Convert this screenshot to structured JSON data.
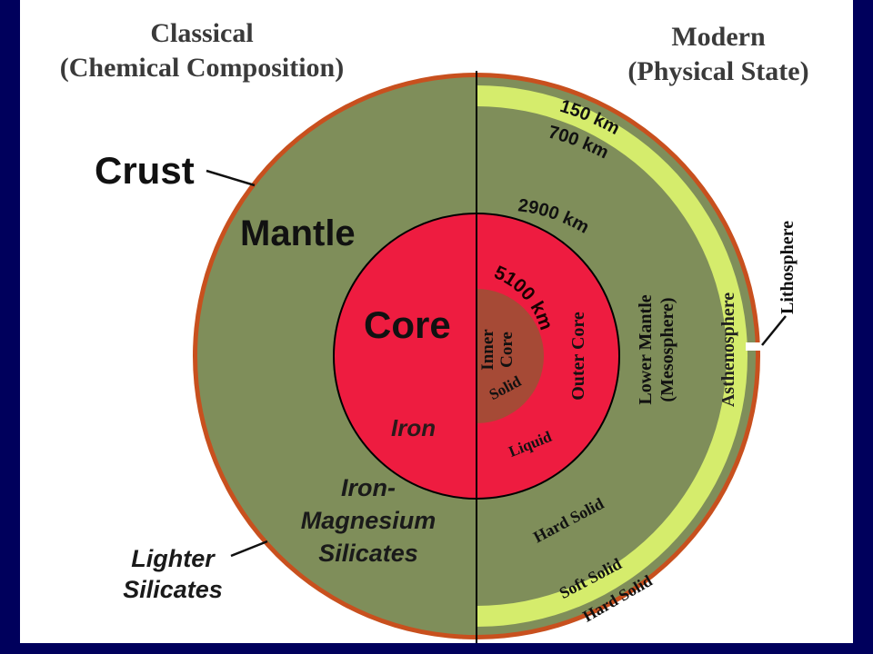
{
  "headings": {
    "left_line1": "Classical",
    "left_line2": "(Chemical Composition)",
    "right_line1": "Modern",
    "right_line2": "(Physical State)"
  },
  "classical_labels": {
    "crust": "Crust",
    "mantle": "Mantle",
    "core": "Core",
    "iron": "Iron",
    "iron_magnesium_1": "Iron-",
    "iron_magnesium_2": "Magnesium",
    "iron_magnesium_3": "Silicates",
    "lighter_1": "Lighter",
    "lighter_2": "Silicates"
  },
  "modern_labels": {
    "lithosphere": "Lithosphere",
    "asthenosphere": "Asthenosphere",
    "lower_mantle_1": "Lower Mantle",
    "lower_mantle_2": "(Mesosphere)",
    "outer_core": "Outer Core",
    "inner_core_1": "Inner",
    "inner_core_2": "Core",
    "solid": "Solid",
    "liquid": "Liquid",
    "hard_solid_mid": "Hard Solid",
    "soft_solid": "Soft Solid",
    "hard_solid_bottom": "Hard Solid"
  },
  "depths": {
    "d150": "150 km",
    "d700": "700 km",
    "d2900": "2900 km",
    "d5100": "5100 km"
  },
  "colors": {
    "background": "#00005c",
    "crust": "#c8501e",
    "mantle": "#7f8e5a",
    "asthenosphere": "#d5ec6c",
    "core": "#ee1c40",
    "inner_core": "#a64a36",
    "divider": "#000000"
  }
}
